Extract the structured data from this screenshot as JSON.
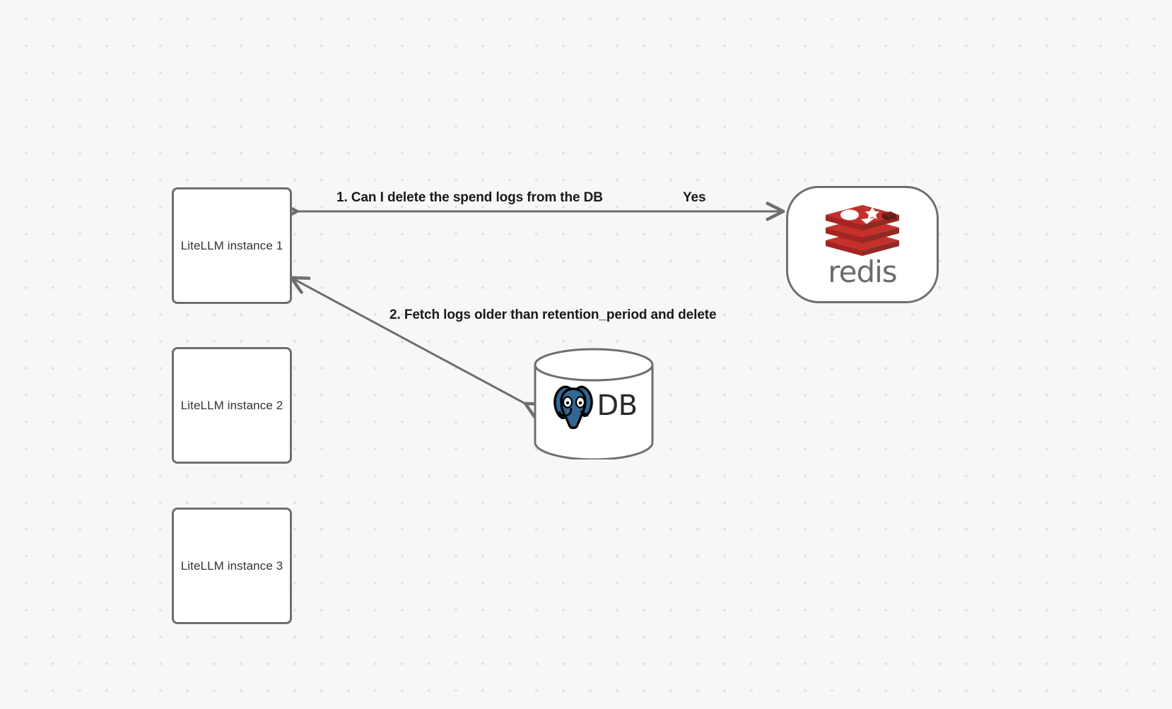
{
  "canvas": {
    "background_color": "#f7f7f7",
    "dot_color": "#e3e3e3"
  },
  "nodes": {
    "litellm_1": {
      "label": "LiteLLM instance 1"
    },
    "litellm_2": {
      "label": "LiteLLM instance 2"
    },
    "litellm_3": {
      "label": "LiteLLM instance 3"
    },
    "redis": {
      "wordmark": "redis",
      "logo_name": "redis-logo",
      "brand_color": "#c6302b",
      "wordmark_color": "#6b6b6b"
    },
    "database": {
      "label": "DB",
      "logo_name": "postgresql-elephant-logo",
      "brand_color": "#336791"
    }
  },
  "edges": {
    "step1": {
      "label": "1.  Can I delete the spend logs from the DB",
      "reply_label": "Yes",
      "stroke_color": "#6e6e6e"
    },
    "step2": {
      "label": "2.  Fetch logs older than retention_period and delete",
      "stroke_color": "#6e6e6e"
    }
  }
}
